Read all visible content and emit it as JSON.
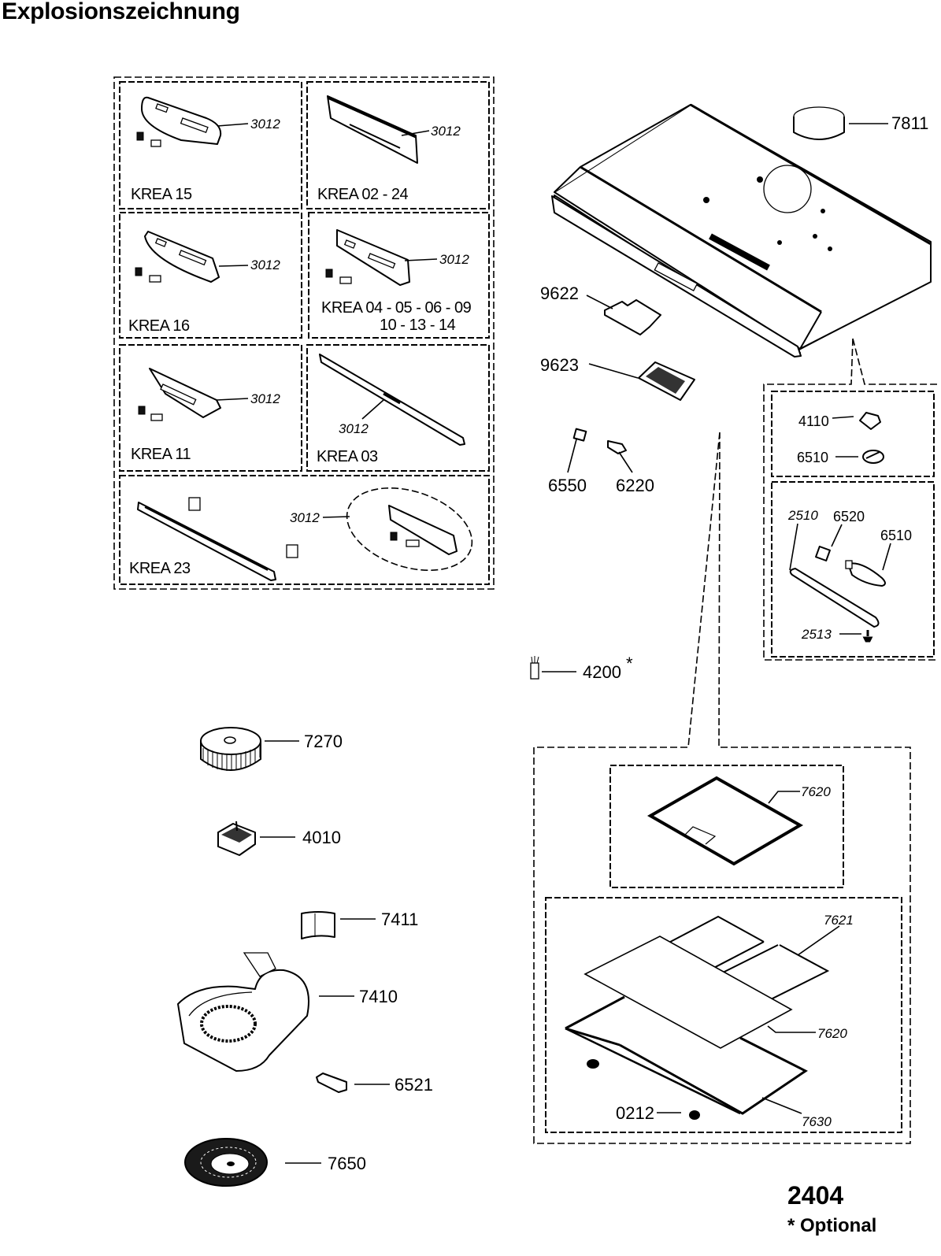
{
  "title": "Explosionszeichnung",
  "footer": {
    "code": "2404",
    "note": "* Optional"
  },
  "control_panels": {
    "part_number": "3012",
    "variants": [
      {
        "label": "KREA 15"
      },
      {
        "label": "KREA 02 - 24"
      },
      {
        "label": "KREA 16"
      },
      {
        "label": "KREA 04 - 05 - 06 - 09",
        "label_line2": "10 - 13 - 14"
      },
      {
        "label": "KREA 11"
      },
      {
        "label": "KREA 03"
      },
      {
        "label": "KREA 23"
      }
    ]
  },
  "parts": {
    "p7811": "7811",
    "p9622": "9622",
    "p9623": "9623",
    "p6550": "6550",
    "p6220": "6220",
    "p4200": "4200",
    "p4200_marker": "*",
    "p7270": "7270",
    "p4010": "4010",
    "p7411": "7411",
    "p7410": "7410",
    "p6521": "6521",
    "p7650": "7650"
  },
  "lamp_detail": {
    "p4110": "4110",
    "p6510_a": "6510",
    "p2510": "2510",
    "p6520": "6520",
    "p6510_b": "6510",
    "p2513": "2513"
  },
  "filter_detail": {
    "p7620_a": "7620",
    "p7621": "7621",
    "p7620_b": "7620",
    "p7630": "7630",
    "p0212": "0212"
  }
}
